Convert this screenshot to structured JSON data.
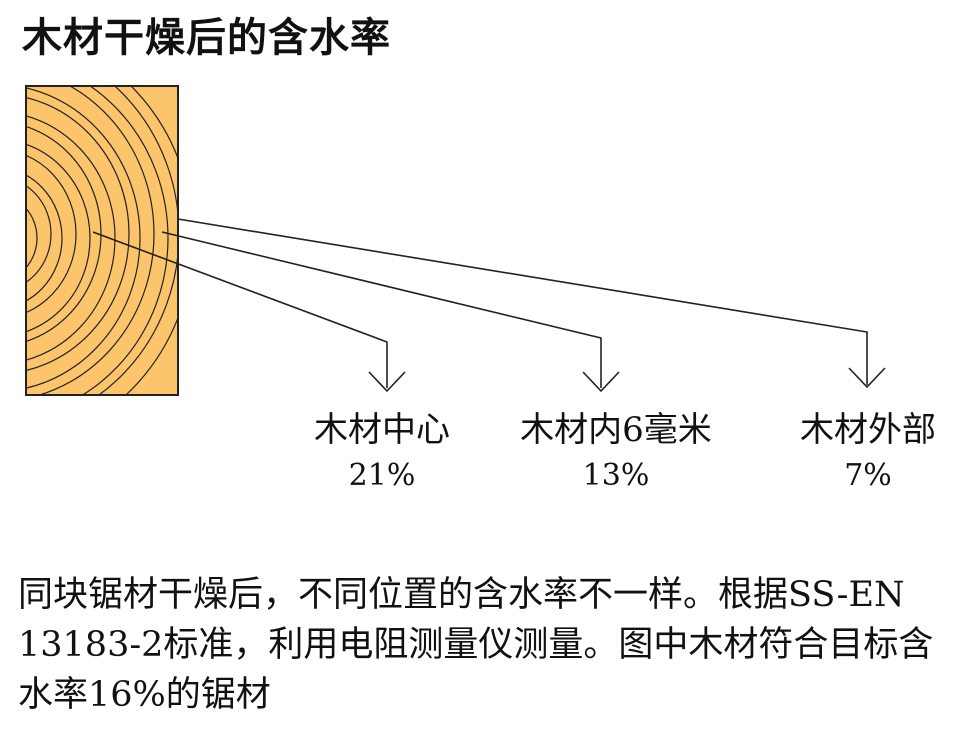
{
  "title": "木材干燥后的含水率",
  "zones": [
    {
      "name": "木材中心",
      "moisture": "21%"
    },
    {
      "name": "木材内6毫米",
      "moisture": "13%"
    },
    {
      "name": "木材外部",
      "moisture": "7%"
    }
  ],
  "caption": "同块锯材干燥后，不同位置的含水率不一样。根据SS-EN 13183-2标准，利用电阻测量仪测量。图中木材符合目标含水率16%的锯材",
  "colors": {
    "wood": "#FDC56B",
    "line": "#222222"
  }
}
